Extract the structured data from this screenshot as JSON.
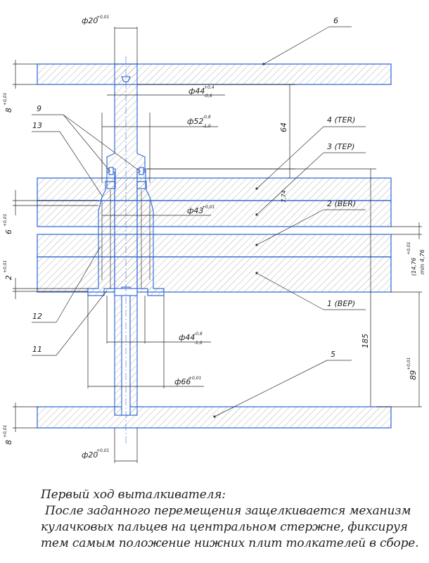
{
  "labels": {
    "d20_top": "ф20",
    "d20_top_tol": "+0,01",
    "d44_top": "ф44",
    "d44_top_tol_u": "+0,4",
    "d44_top_tol_l": "-0,6",
    "d52": "ф52",
    "d52_tol_u": "-0,8",
    "d52_tol_l": "-1,0",
    "d43": "ф43",
    "d43_tol": "+0,01",
    "d44_low": "ф44",
    "d44_low_tol_u": "-0,8",
    "d44_low_tol_l": "-1,0",
    "d66": "ф66",
    "d66_tol": "+0,01",
    "d20_bot": "ф20",
    "d20_bot_tol": "+0,01",
    "h8_top": "8",
    "h8_top_tol": "+0,01",
    "h6": "6",
    "h6_tol": "+0,01",
    "h2": "2",
    "h2_tol": "+0,01",
    "h8_bot": "8",
    "h8_bot_tol": "+0,01",
    "v64": "64",
    "v774": "7,74",
    "v185": "185",
    "v89": "89",
    "v89_tol": "+0,01",
    "v1476": "(14,76",
    "v1476_tol": "+0,01",
    "vmin": "min 4,76"
  },
  "callouts": {
    "p6": "6",
    "p9": "9",
    "p13": "13",
    "p4": "4 (TER)",
    "p3": "3 (TEP)",
    "p2": "2 (BER)",
    "p1": "1 (BEP)",
    "p12": "12",
    "p11": "11",
    "p5": "5"
  },
  "caption": {
    "title": "Первый ход выталкивателя:",
    "line1": "После заданного перемещения защелкивается механизм",
    "line2": "кулачковых пальцев на центральном стержне, фиксируя",
    "line3": "тем самым положение нижних плит толкателей в сборе."
  }
}
